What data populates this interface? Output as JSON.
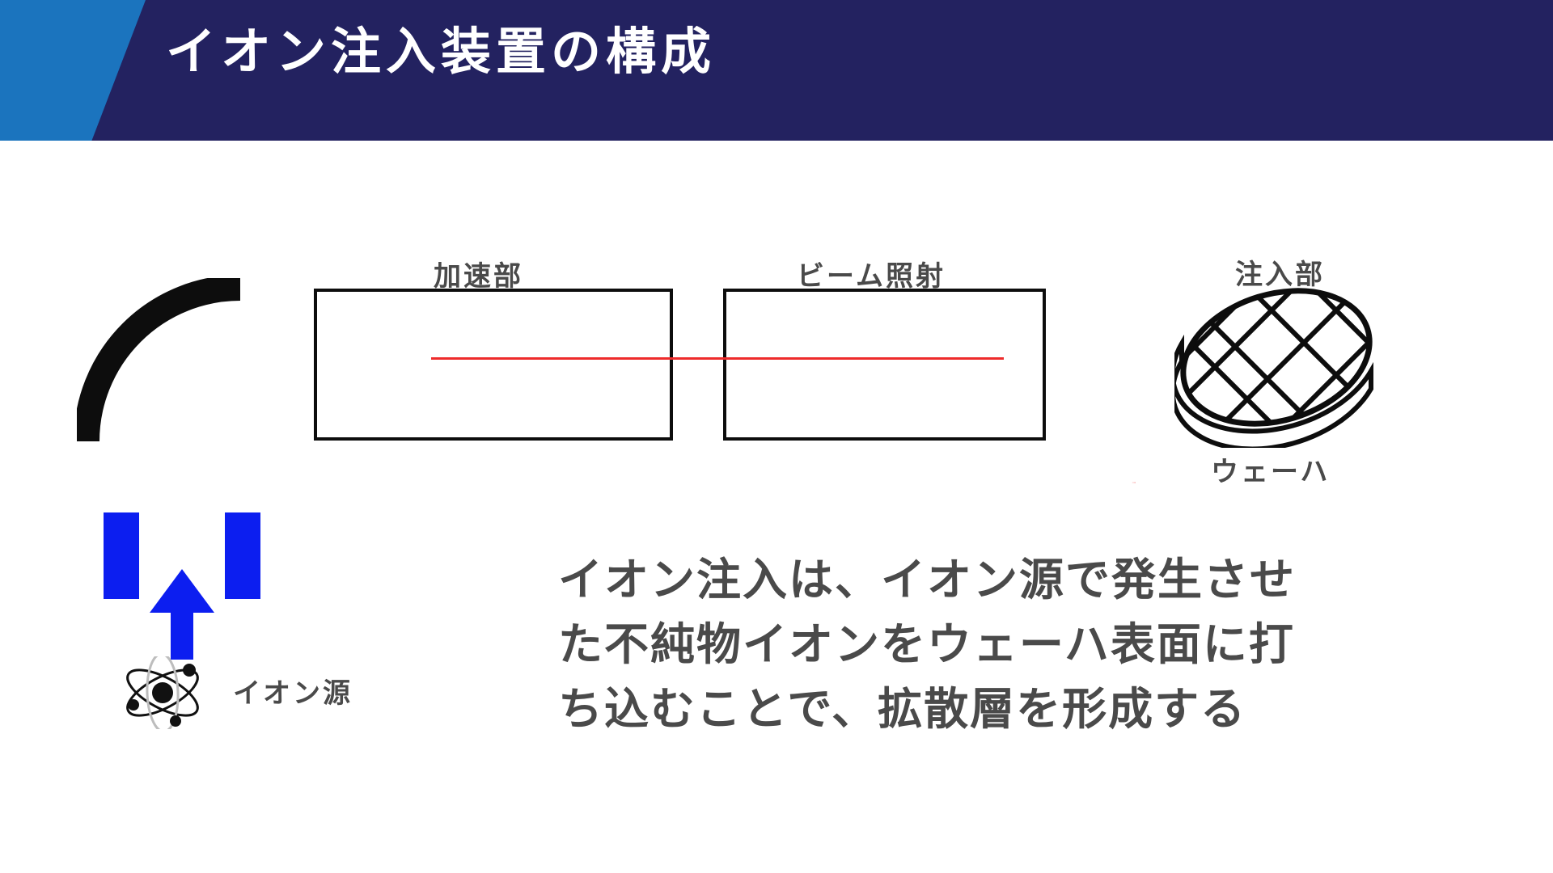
{
  "slide": {
    "title": "イオン注入装置の構成",
    "background_color": "#ffffff"
  },
  "header": {
    "background_color": "#232260",
    "accent_color": "#1b74be",
    "title_color": "#ffffff"
  },
  "diagram": {
    "title": "イオン注入装置の構成",
    "beam_color": "#ee2b2b",
    "source_color": "#0c1ef0",
    "outline_color": "#0d0d0d",
    "label_color": "#4a4a4a",
    "labels": {
      "accelerator": "加速部",
      "beam_irradiation": "ビーム照射",
      "implantation": "注入部",
      "wafer": "ウェーハ",
      "ion_source": "イオン源"
    },
    "icons": {
      "magnet_arc": "magnet-arc-icon",
      "atom": "atom-icon",
      "wafer": "wafer-icon",
      "beam_arrow": "right-arrow-icon",
      "source_arrow": "up-arrow-icon"
    }
  },
  "body": {
    "lines": [
      "イオン注入は、イオン源で発生させ",
      "た不純物イオンをウェーハ表面に打",
      "ち込むことで、拡散層を形成する"
    ],
    "line1": "イオン注入は、イオン源で発生させ",
    "line2": "た不純物イオンをウェーハ表面に打",
    "line3": "ち込むことで、拡散層を形成する",
    "text_color": "#4a4a4a"
  }
}
